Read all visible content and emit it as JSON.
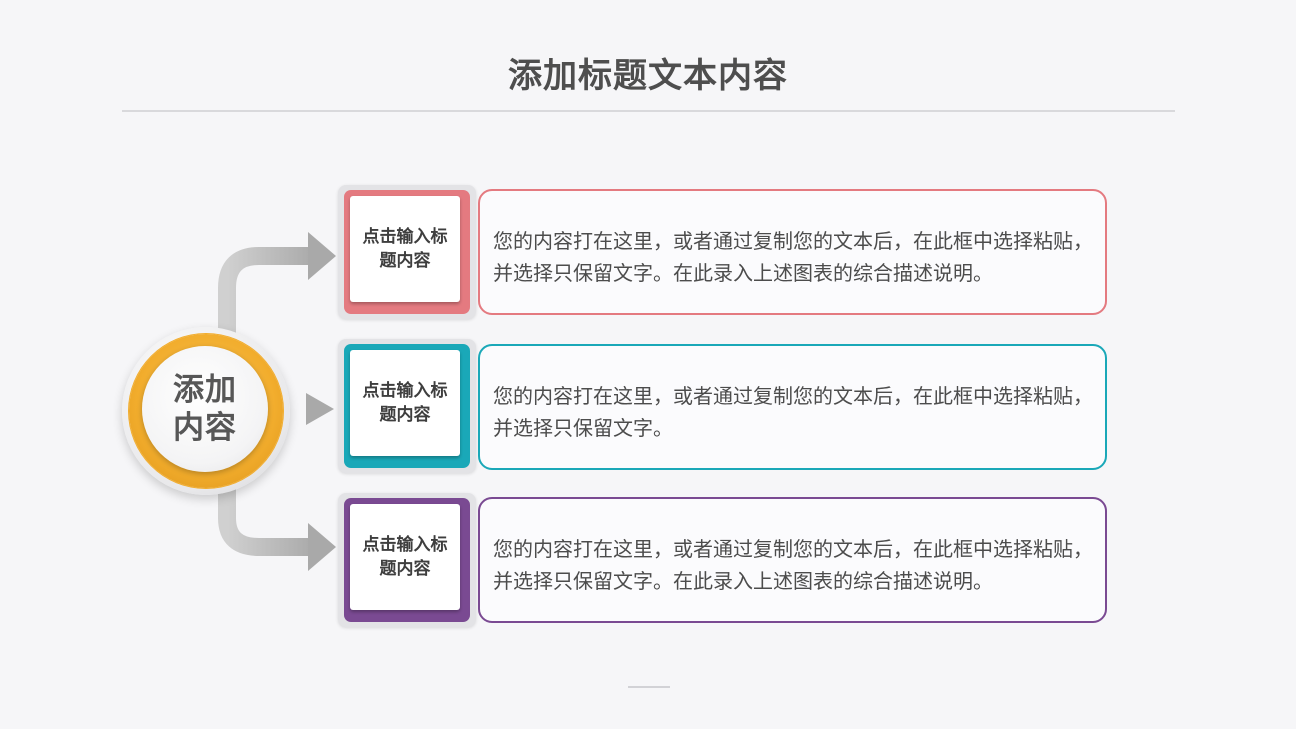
{
  "title": "添加标题文本内容",
  "hub": {
    "label": "添加内容"
  },
  "items": [
    {
      "label": "点击输入标题内容",
      "text": "您的内容打在这里，或者通过复制您的文本后，在此框中选择粘贴，并选择只保留文字。在此录入上述图表的综合描述说明。",
      "accent": "#e47a80"
    },
    {
      "label": "点击输入标题内容",
      "text": "您的内容打在这里，或者通过复制您的文本后，在此框中选择粘贴，并选择只保留文字。",
      "accent": "#1aa8b8"
    },
    {
      "label": "点击输入标题内容",
      "text": "您的内容打在这里，或者通过复制您的文本后，在此框中选择粘贴，并选择只保留文字。在此录入上述图表的综合描述说明。",
      "accent": "#7a4a92"
    }
  ],
  "colors": {
    "hub_ring": "#f2ad2d",
    "connector": "#b4b4b4",
    "title_text": "#4e4e4e"
  }
}
